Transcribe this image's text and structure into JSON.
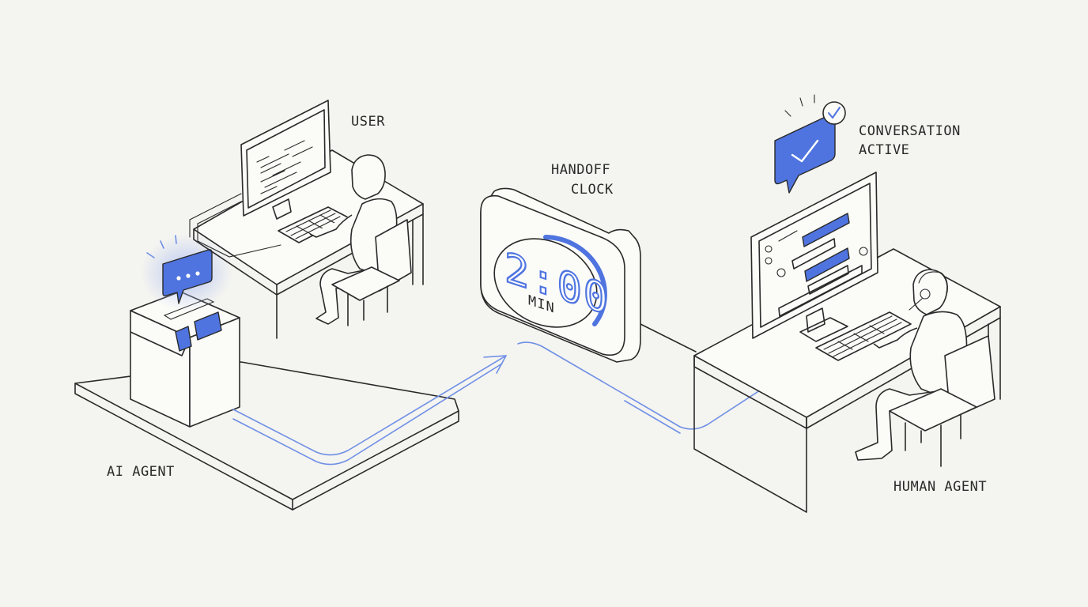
{
  "labels": {
    "user": "USER",
    "handoff_line1": "HANDOFF",
    "handoff_line2": "CLOCK",
    "conversation_line1": "CONVERSATION",
    "conversation_line2": "ACTIVE",
    "ai_agent": "AI AGENT",
    "human_agent": "HUMAN AGENT"
  },
  "clock": {
    "time": "2:00",
    "unit": "MIN"
  },
  "colors": {
    "accent": "#4f74e0",
    "flow": "#6f8fe6",
    "line": "#2a2a2a",
    "background": "#f4f4f0"
  },
  "icons": {
    "ai_bubble": "chat-dots-icon",
    "status_bubble": "check-bubble-icon",
    "status_badge": "check-circle-icon"
  }
}
